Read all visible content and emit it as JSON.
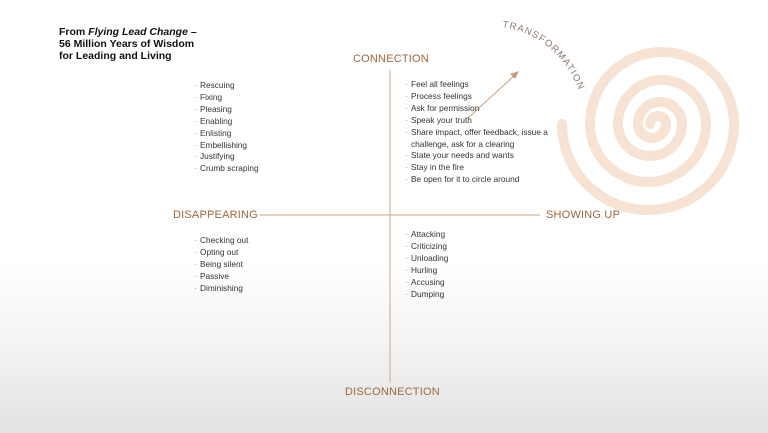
{
  "source": {
    "prefix": "From ",
    "book_title": "Flying Lead Change",
    "rest": " – 56 Million Years of Wisdom for Leading and Living"
  },
  "axes": {
    "top": "CONNECTION",
    "bottom": "DISCONNECTION",
    "left": "DISAPPEARING",
    "right": "SHOWING UP"
  },
  "arrow_label": "TRANSFORMATION",
  "quadrants": {
    "top_left": [
      "Rescuing",
      "Fixing",
      "Pleasing",
      "Enabling",
      "Enlisting",
      "Embellishing",
      "Justifying",
      "Crumb scraping"
    ],
    "top_right": [
      "Feel all feelings",
      "Process feelings",
      "Ask for permission",
      "Speak your truth",
      "Share impact, offer feedback, issue a challenge, ask for a clearing",
      "State your needs and wants",
      "Stay in the fire",
      "Be open for it to circle around"
    ],
    "bottom_left": [
      "Checking out",
      "Opting out",
      "Being silent",
      "Passive",
      "Diminishing"
    ],
    "bottom_right": [
      "Attacking",
      "Criticizing",
      "Unloading",
      "Hurling",
      "Accusing",
      "Dumping"
    ]
  },
  "colors": {
    "axis_line": "#d9b595",
    "label": "#a0673d",
    "spiral": "#f3d9c6"
  }
}
